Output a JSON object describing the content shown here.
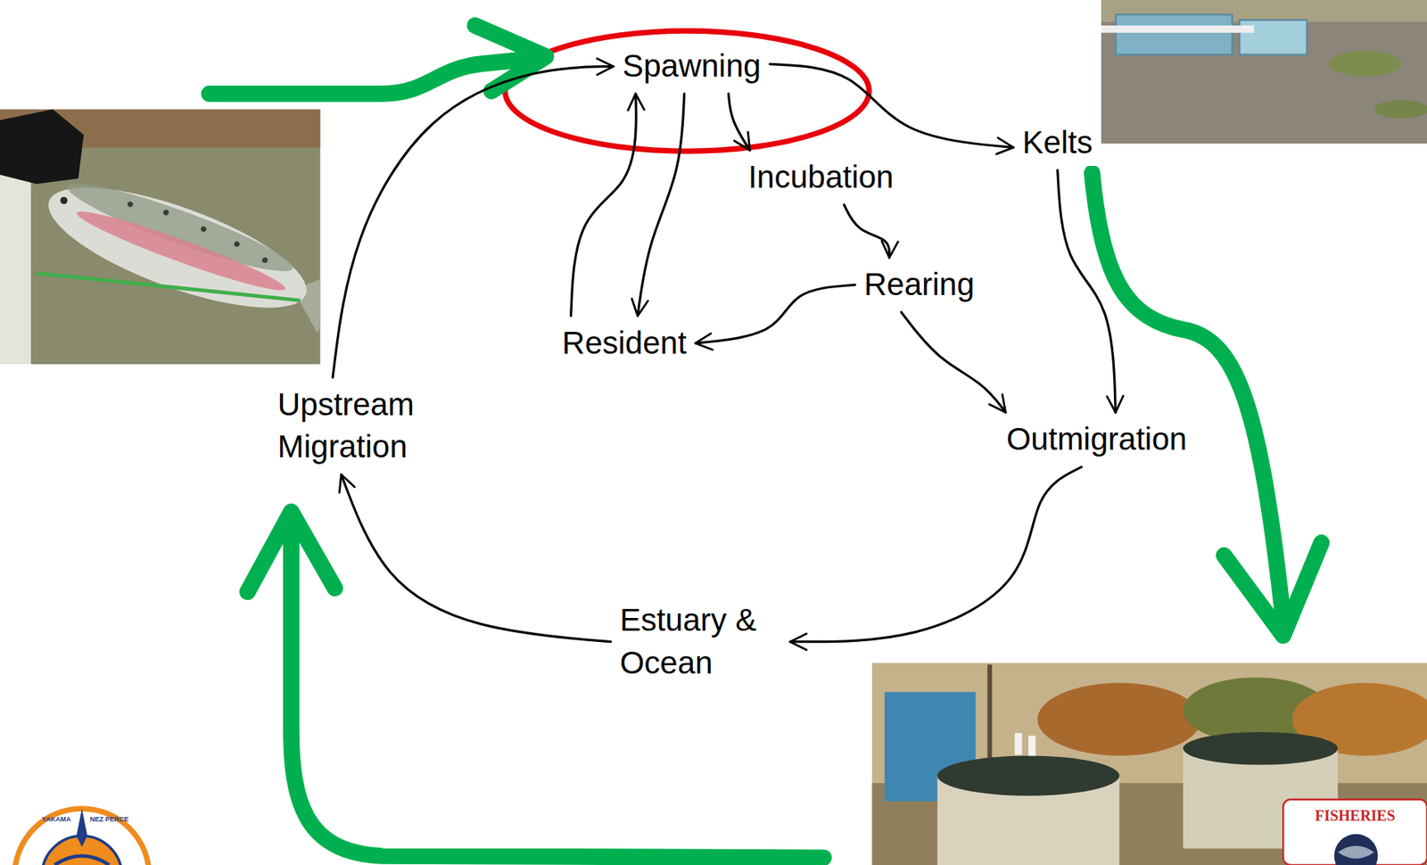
{
  "diagram": {
    "nodes": [
      {
        "text": [
          "Spawning"
        ]
      },
      {
        "text": [
          "Kelts"
        ]
      },
      {
        "text": [
          "Incubation"
        ]
      },
      {
        "text": [
          "Rearing"
        ]
      },
      {
        "text": [
          "Resident"
        ]
      },
      {
        "text": [
          "Upstream Migration"
        ]
      },
      {
        "text": [
          "Outmigration"
        ]
      },
      {
        "text": [
          "Estuary & Ocean"
        ]
      }
    ],
    "edges": [
      {
        "from": 0,
        "to": 1,
        "arrow": "to"
      },
      {
        "from": 0,
        "to": 2,
        "arrow": "to"
      },
      {
        "from": 0,
        "to": 4,
        "arrow": "to"
      },
      {
        "from": 4,
        "to": 0,
        "arrow": "to"
      },
      {
        "from": 2,
        "to": 3,
        "arrow": "to"
      },
      {
        "from": 3,
        "to": 4,
        "arrow": "to"
      },
      {
        "from": 3,
        "to": 6,
        "arrow": "to"
      },
      {
        "from": 1,
        "to": 6,
        "arrow": "to"
      },
      {
        "from": 6,
        "to": 7,
        "arrow": "to"
      },
      {
        "from": 7,
        "to": 5,
        "arrow": "to"
      },
      {
        "from": 5,
        "to": 0,
        "arrow": "to"
      }
    ],
    "labels": [
      "YAKAMA",
      "NEZ PERCE",
      "FISHERIES"
    ]
  }
}
